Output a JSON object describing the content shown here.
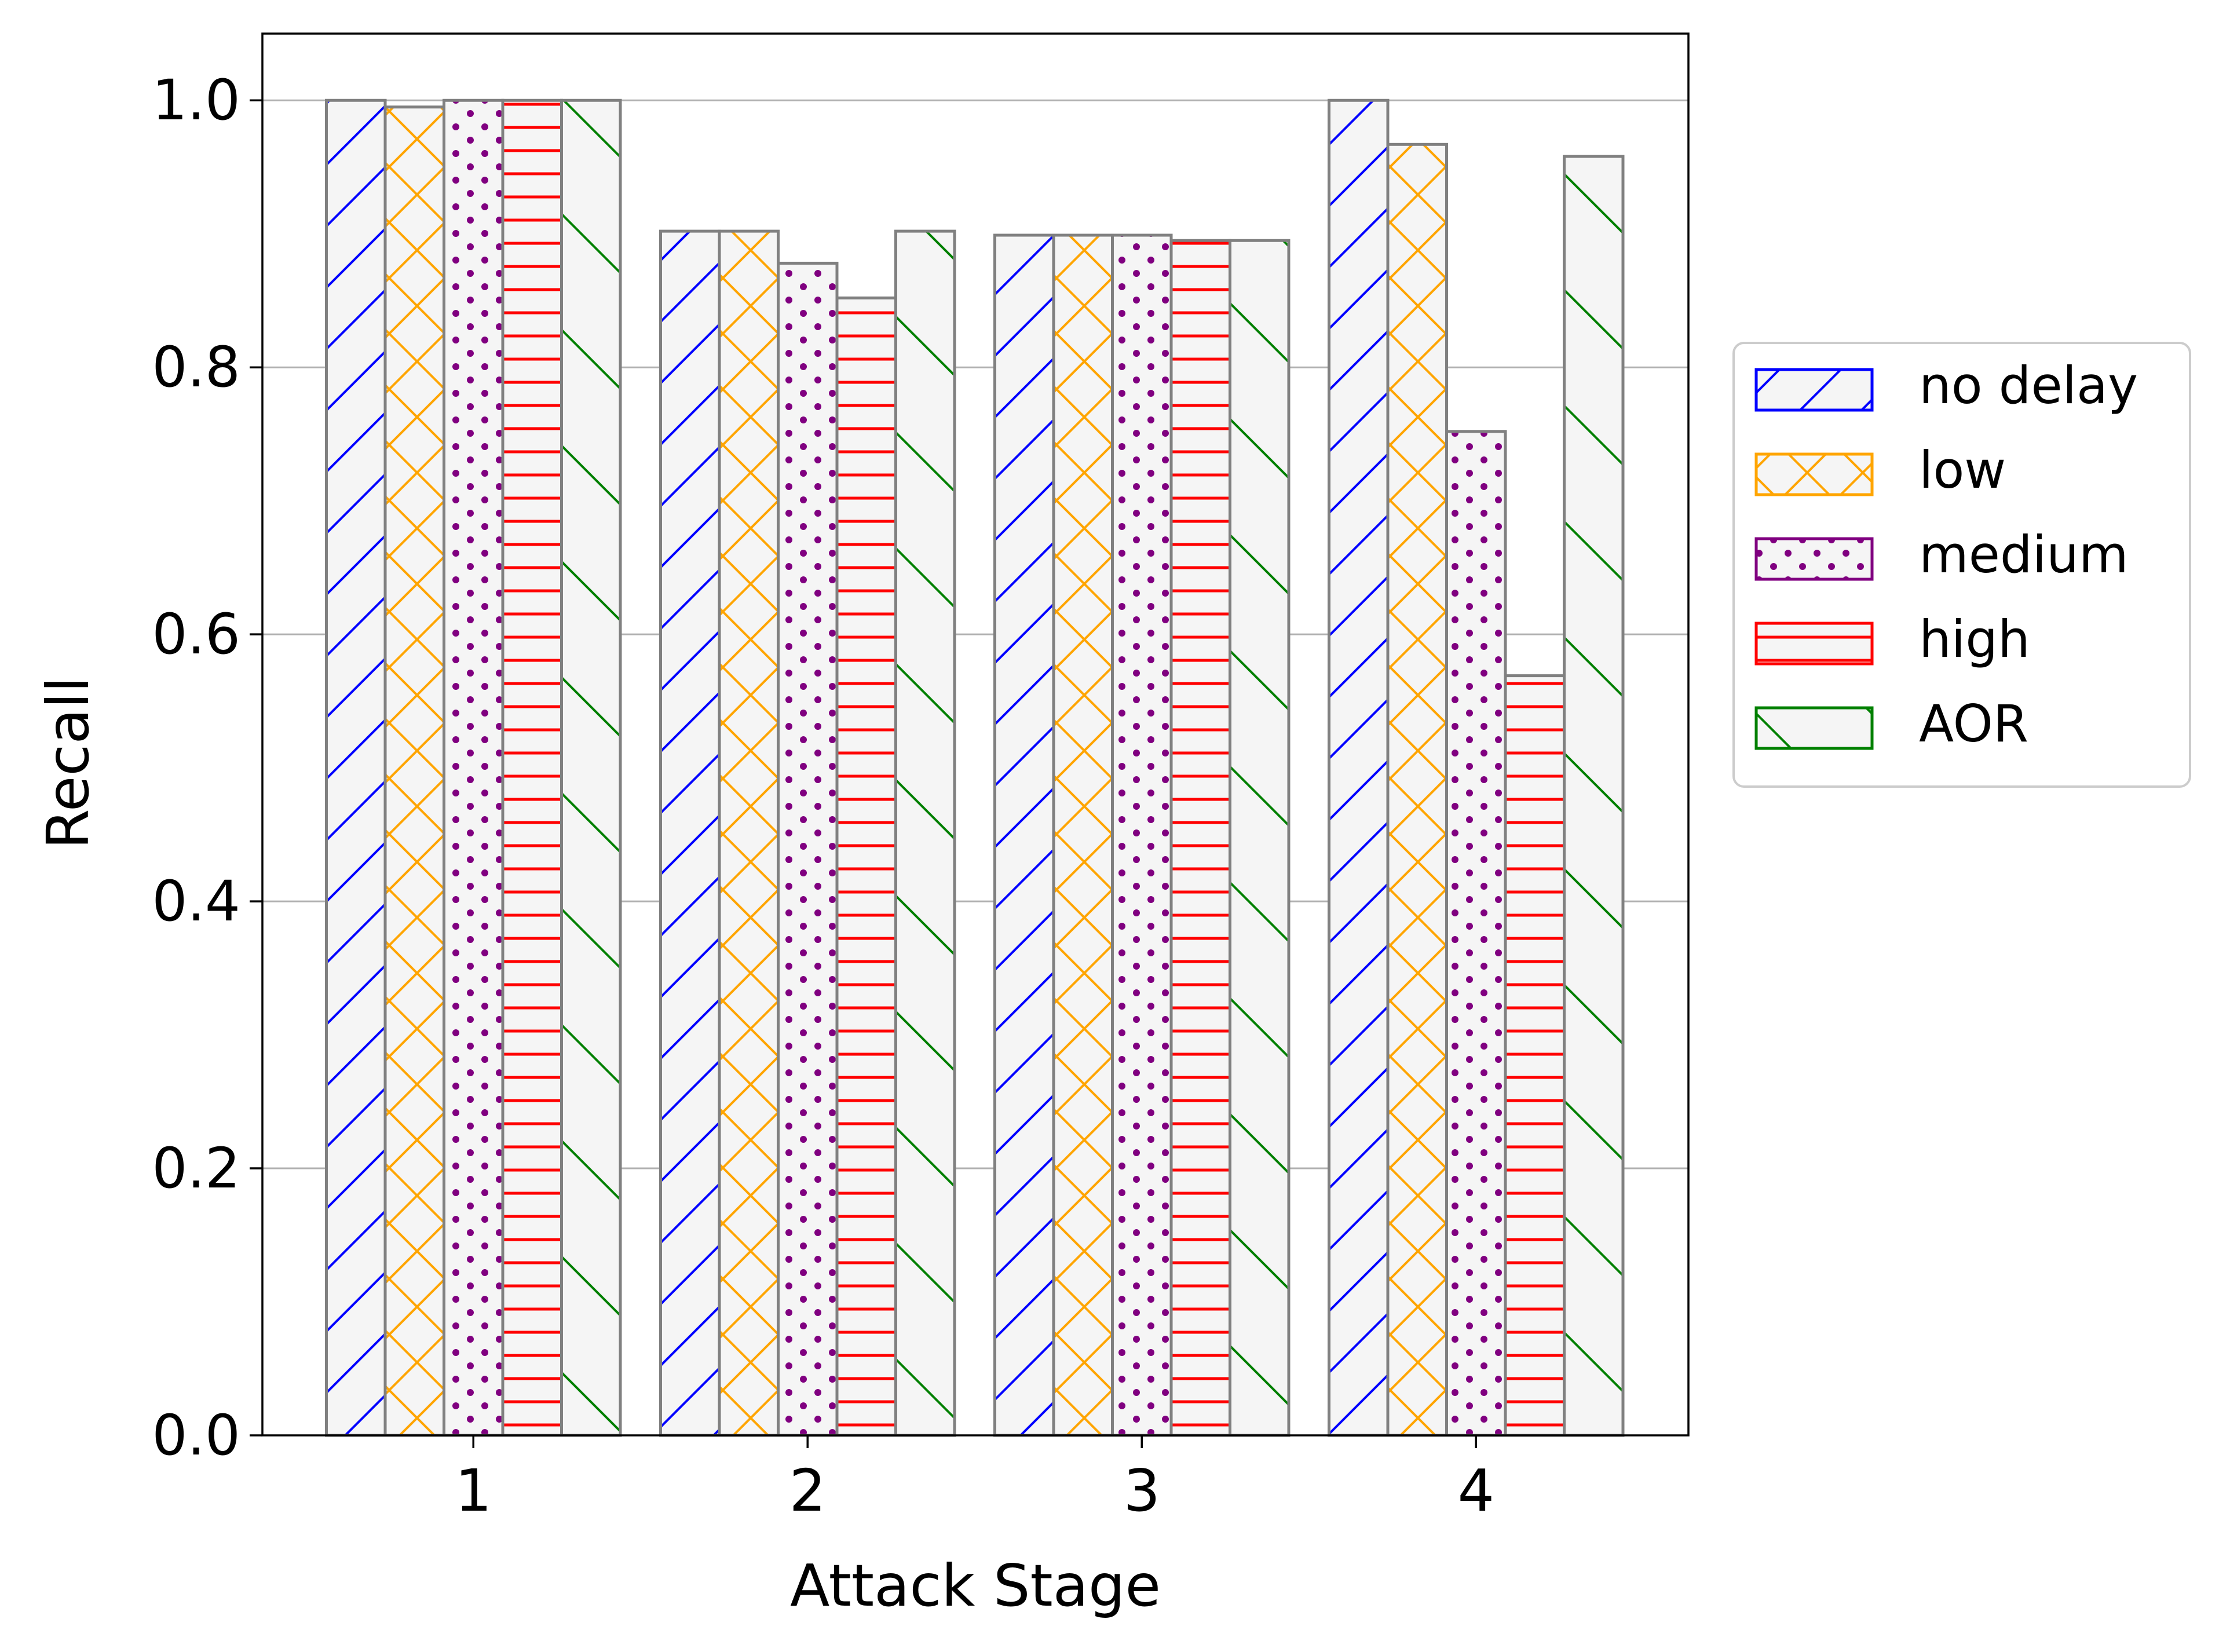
{
  "chart_data": {
    "type": "bar",
    "title": "",
    "xlabel": "Attack Stage",
    "ylabel": "Recall",
    "categories": [
      "1",
      "2",
      "3",
      "4"
    ],
    "ylim": [
      0,
      1.05
    ],
    "yticks": [
      "0.0",
      "0.2",
      "0.4",
      "0.6",
      "0.8",
      "1.0"
    ],
    "ytick_values": [
      0,
      0.2,
      0.4,
      0.6,
      0.8,
      1.0
    ],
    "grid": "y",
    "legend_position": "center-right, outside plot",
    "bar_fill": "#f5f5f5",
    "bar_edge": "#808080",
    "series": [
      {
        "name": "no delay",
        "pattern": "diagonal-forward",
        "color": "#0000ff",
        "values": [
          1.0,
          0.902,
          0.899,
          1.0
        ]
      },
      {
        "name": "low",
        "pattern": "crosshatch",
        "color": "#ffa500",
        "values": [
          0.995,
          0.902,
          0.899,
          0.967
        ]
      },
      {
        "name": "medium",
        "pattern": "dots",
        "color": "#800080",
        "values": [
          1.0,
          0.878,
          0.899,
          0.752
        ]
      },
      {
        "name": "high",
        "pattern": "horizontal",
        "color": "#ff0000",
        "values": [
          1.0,
          0.852,
          0.895,
          0.569
        ]
      },
      {
        "name": "AOR",
        "pattern": "diagonal-back",
        "color": "#008000",
        "values": [
          1.0,
          0.902,
          0.895,
          0.958
        ]
      }
    ]
  }
}
